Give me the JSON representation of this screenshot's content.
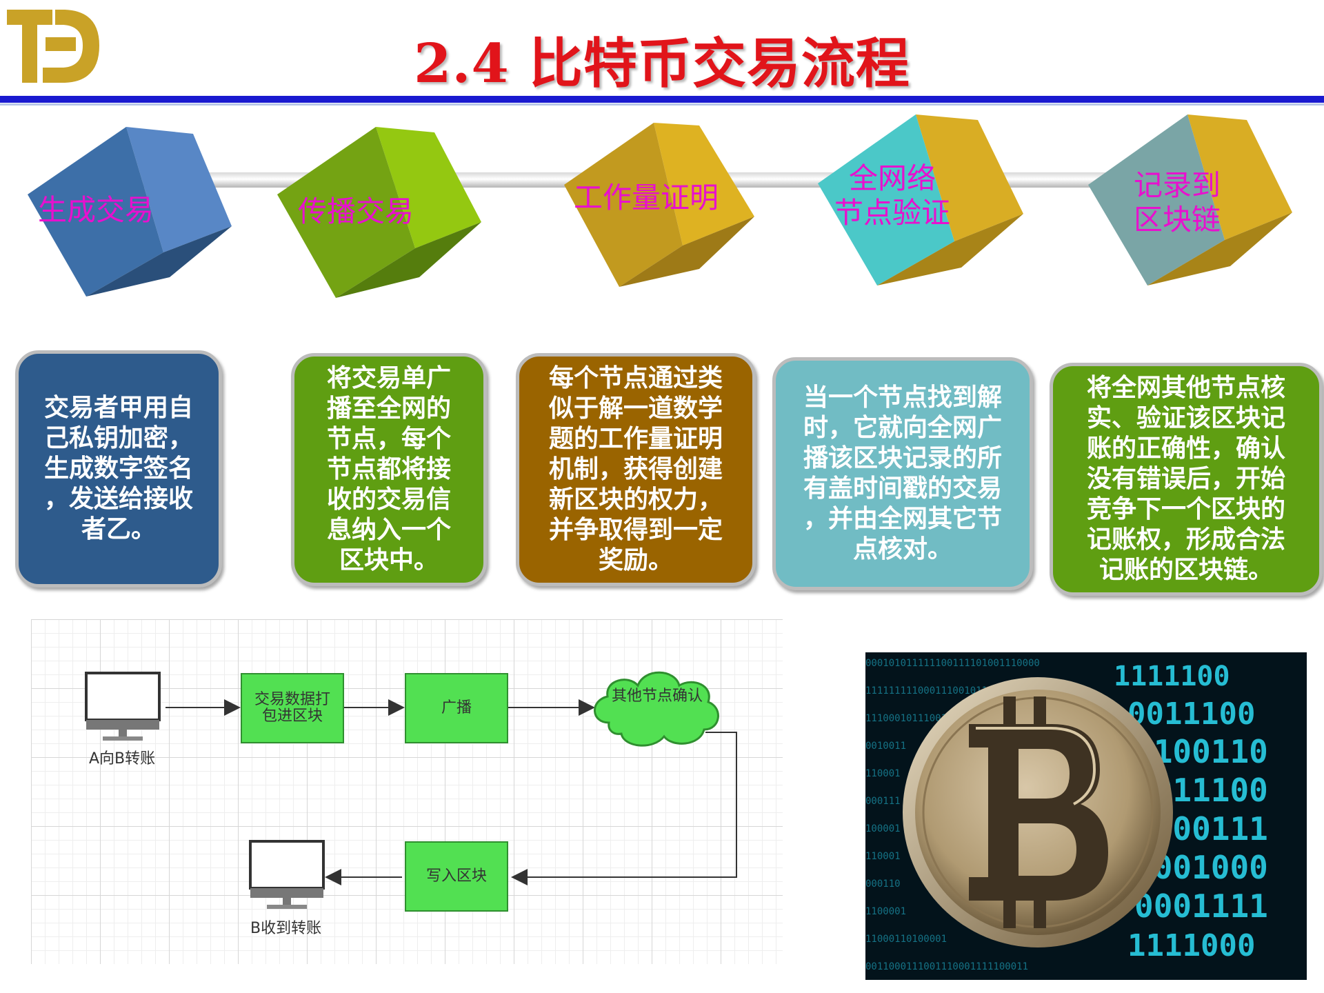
{
  "header": {
    "title": "2.4 比特币交易流程",
    "logo_alt": "logo"
  },
  "steps": [
    {
      "label_lines": [
        "生成交易"
      ]
    },
    {
      "label_lines": [
        "传播交易"
      ]
    },
    {
      "label_lines": [
        "工作量证明"
      ]
    },
    {
      "label_lines": [
        "全网络",
        "节点验证"
      ]
    },
    {
      "label_lines": [
        "记录到",
        "区块链"
      ]
    }
  ],
  "boxes": [
    {
      "lines": [
        "交易者甲用自",
        "己私钥加密，",
        "生成数字签名",
        "，发送给接收",
        "者乙。"
      ]
    },
    {
      "lines": [
        "将交易单广",
        "播至全网的",
        "节点，每个",
        "节点都将接",
        "收的交易信",
        "息纳入一个",
        "区块中。"
      ]
    },
    {
      "lines": [
        "每个节点通过类",
        "似于解一道数学",
        "题的工作量证明",
        "机制，获得创建",
        "新区块的权力，",
        "并争取得到一定",
        "奖励。"
      ]
    },
    {
      "lines": [
        "当一个节点找到解",
        "时，它就向全网广",
        "播该区块记录的所",
        "有盖时间戳的交易",
        "，并由全网其它节",
        "点核对。"
      ]
    },
    {
      "lines": [
        "将全网其他节点核",
        "实、验证该区块记",
        "账的正确性，确认",
        "没有错误后，开始",
        "竞争下一个区块的",
        "记账权，形成合法",
        "记账的区块链。"
      ]
    }
  ],
  "flow": {
    "a_label": "A向B转账",
    "pack": "交易数据打包进区块",
    "broadcast": "广播",
    "confirm": "其他节点确认",
    "write": "写入区块",
    "b_label": "B收到转账"
  },
  "colors": {
    "title": "#e1141a",
    "step_label": "#e810ce",
    "box1": "#2e5b8c",
    "box2": "#5f9e12",
    "box3": "#9a6400",
    "box4": "#71bcc4",
    "box5": "#5f9e12"
  }
}
